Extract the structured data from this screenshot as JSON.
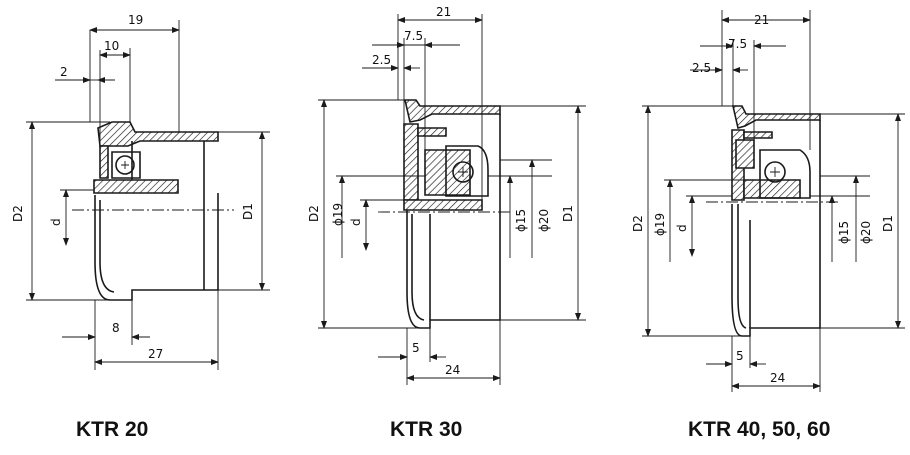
{
  "colors": {
    "line": "#1a1a1a",
    "background": "#ffffff"
  },
  "captions": {
    "left": "KTR 20",
    "middle": "KTR 30",
    "right": "KTR 40, 50, 60"
  },
  "ktr20": {
    "dim_19": "19",
    "dim_10": "10",
    "dim_2": "2",
    "dim_8": "8",
    "dim_27": "27",
    "d2": "D2",
    "d": "d",
    "d1": "D1"
  },
  "ktr30": {
    "dim_21": "21",
    "dim_7_5": "7.5",
    "dim_2_5": "2.5",
    "dim_5": "5",
    "dim_24": "24",
    "d2": "D2",
    "phi19": "ϕ19",
    "d": "d",
    "phi15": "ϕ15",
    "phi20": "ϕ20",
    "d1": "D1"
  },
  "ktr40": {
    "dim_21": "21",
    "dim_7_5": "7.5",
    "dim_2_5": "2.5",
    "dim_5": "5",
    "dim_24": "24",
    "d2": "D2",
    "phi19": "ϕ19",
    "d": "d",
    "phi15": "ϕ15",
    "phi20": "ϕ20",
    "d1": "D1"
  }
}
